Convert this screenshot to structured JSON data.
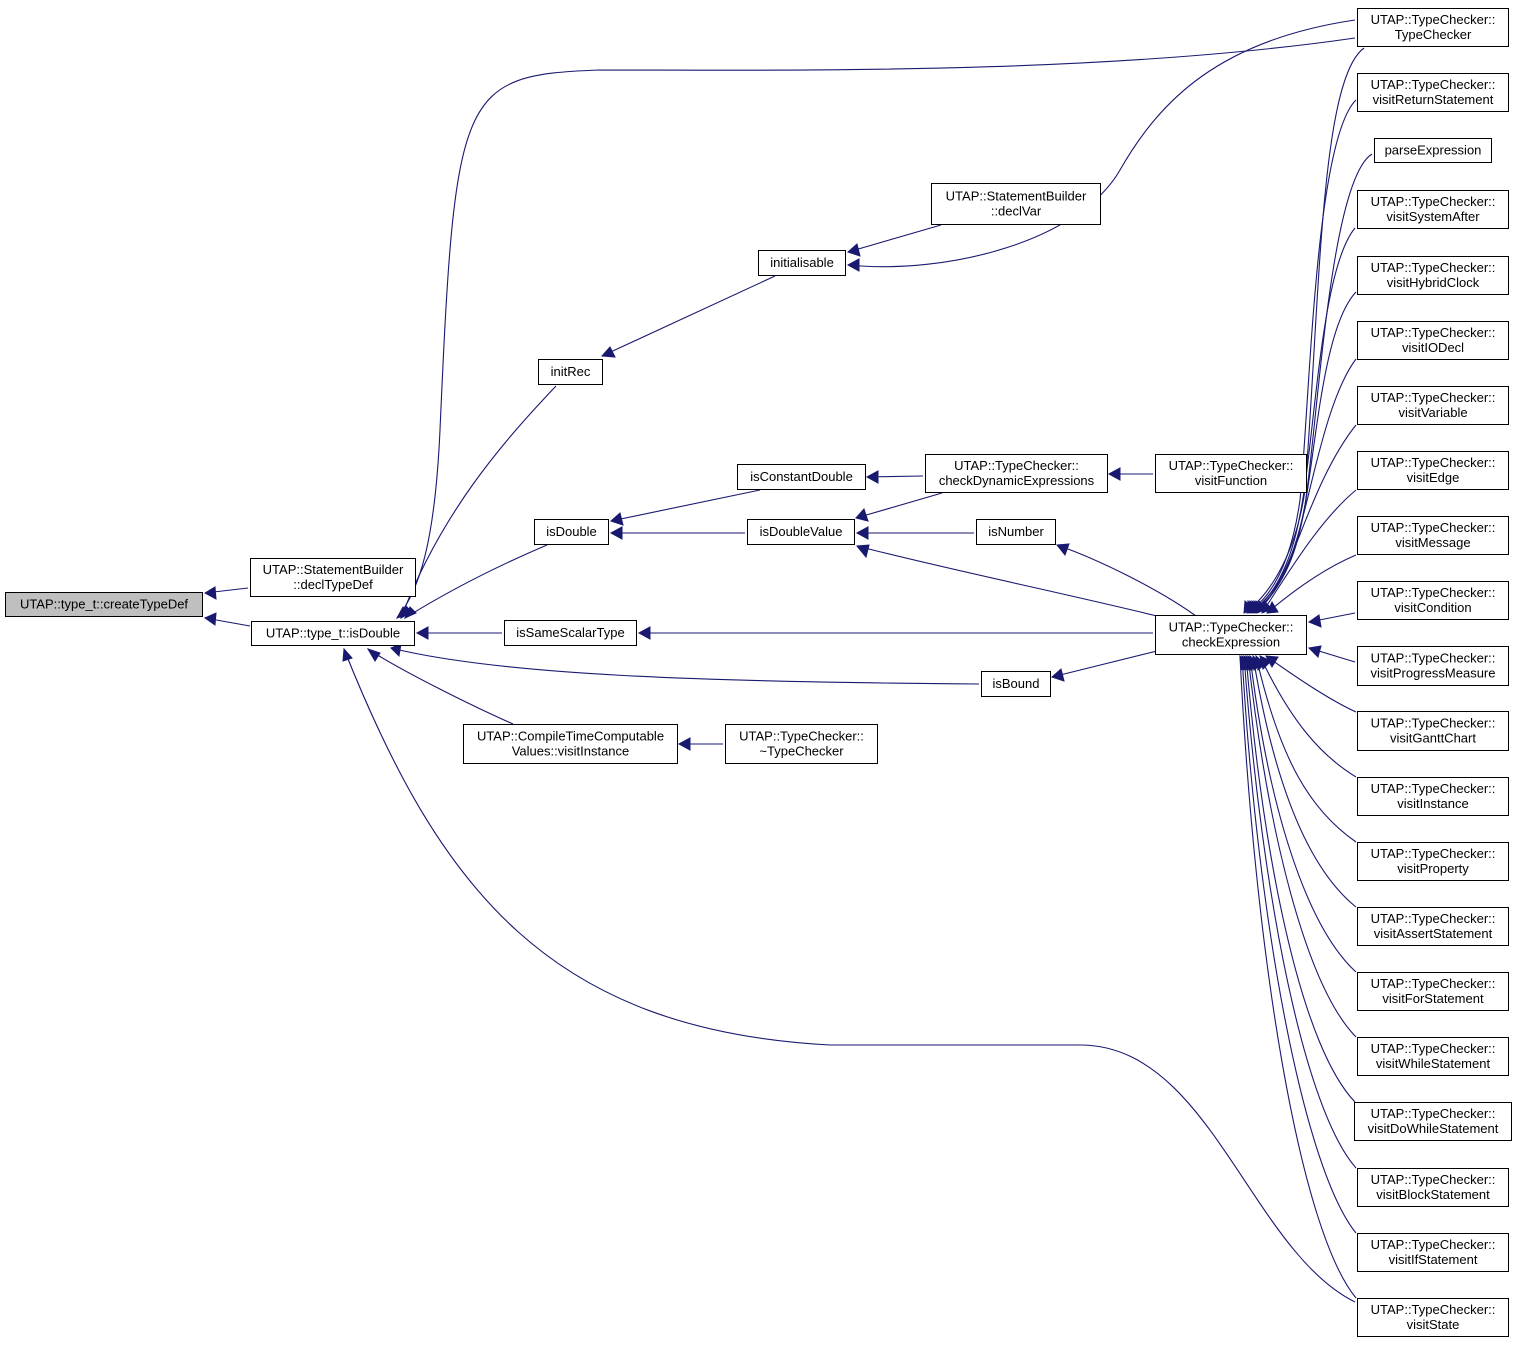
{
  "nodes": {
    "createTypeDef": [
      "UTAP::type_t::createTypeDef"
    ],
    "declTypeDef": [
      "UTAP::StatementBuilder",
      "::declTypeDef"
    ],
    "isDoubleType": [
      "UTAP::type_t::isDouble"
    ],
    "typeChecker": [
      "UTAP::TypeChecker::",
      "TypeChecker"
    ],
    "visitReturnStatement": [
      "UTAP::TypeChecker::",
      "visitReturnStatement"
    ],
    "parseExpression": [
      "parseExpression"
    ],
    "visitSystemAfter": [
      "UTAP::TypeChecker::",
      "visitSystemAfter"
    ],
    "declVar": [
      "UTAP::StatementBuilder",
      "::declVar"
    ],
    "initialisable": [
      "initialisable"
    ],
    "visitHybridClock": [
      "UTAP::TypeChecker::",
      "visitHybridClock"
    ],
    "visitIODecl": [
      "UTAP::TypeChecker::",
      "visitIODecl"
    ],
    "initRec": [
      "initRec"
    ],
    "visitVariable": [
      "UTAP::TypeChecker::",
      "visitVariable"
    ],
    "isConstantDouble": [
      "isConstantDouble"
    ],
    "checkDynamicExpressions": [
      "UTAP::TypeChecker::",
      "checkDynamicExpressions"
    ],
    "visitFunction": [
      "UTAP::TypeChecker::",
      "visitFunction"
    ],
    "visitEdge": [
      "UTAP::TypeChecker::",
      "visitEdge"
    ],
    "isDouble": [
      "isDouble"
    ],
    "isDoubleValue": [
      "isDoubleValue"
    ],
    "isNumber": [
      "isNumber"
    ],
    "visitMessage": [
      "UTAP::TypeChecker::",
      "visitMessage"
    ],
    "visitCondition": [
      "UTAP::TypeChecker::",
      "visitCondition"
    ],
    "isSameScalarType": [
      "isSameScalarType"
    ],
    "checkExpression": [
      "UTAP::TypeChecker::",
      "checkExpression"
    ],
    "visitProgressMeasure": [
      "UTAP::TypeChecker::",
      "visitProgressMeasure"
    ],
    "isBound": [
      "isBound"
    ],
    "visitGanttChart": [
      "UTAP::TypeChecker::",
      "visitGanttChart"
    ],
    "ctcVisitInstance": [
      "UTAP::CompileTimeComputable",
      "Values::visitInstance"
    ],
    "destructor": [
      "UTAP::TypeChecker::",
      "~TypeChecker"
    ],
    "visitInstance": [
      "UTAP::TypeChecker::",
      "visitInstance"
    ],
    "visitProperty": [
      "UTAP::TypeChecker::",
      "visitProperty"
    ],
    "visitAssertStatement": [
      "UTAP::TypeChecker::",
      "visitAssertStatement"
    ],
    "visitForStatement": [
      "UTAP::TypeChecker::",
      "visitForStatement"
    ],
    "visitWhileStatement": [
      "UTAP::TypeChecker::",
      "visitWhileStatement"
    ],
    "visitDoWhileStatement": [
      "UTAP::TypeChecker::",
      "visitDoWhileStatement"
    ],
    "visitBlockStatement": [
      "UTAP::TypeChecker::",
      "visitBlockStatement"
    ],
    "visitIfStatement": [
      "UTAP::TypeChecker::",
      "visitIfStatement"
    ],
    "visitState": [
      "UTAP::TypeChecker::",
      "visitState"
    ]
  },
  "edges": [
    {
      "from": "createTypeDef",
      "to": "declTypeDef"
    },
    {
      "from": "createTypeDef",
      "to": "isDoubleType"
    },
    {
      "from": "isDoubleType",
      "to": "typeChecker"
    },
    {
      "from": "isDoubleType",
      "to": "initRec"
    },
    {
      "from": "isDoubleType",
      "to": "isDouble"
    },
    {
      "from": "isDoubleType",
      "to": "isSameScalarType"
    },
    {
      "from": "isDoubleType",
      "to": "isBound"
    },
    {
      "from": "isDoubleType",
      "to": "ctcVisitInstance"
    },
    {
      "from": "isDoubleType",
      "to": "visitState"
    },
    {
      "from": "initRec",
      "to": "initialisable"
    },
    {
      "from": "initialisable",
      "to": "declVar"
    },
    {
      "from": "initialisable",
      "to": "typeChecker"
    },
    {
      "from": "isDouble",
      "to": "isConstantDouble"
    },
    {
      "from": "isDouble",
      "to": "isDoubleValue"
    },
    {
      "from": "isConstantDouble",
      "to": "checkDynamicExpressions"
    },
    {
      "from": "isDoubleValue",
      "to": "checkDynamicExpressions"
    },
    {
      "from": "isDoubleValue",
      "to": "isNumber"
    },
    {
      "from": "isDoubleValue",
      "to": "checkExpression"
    },
    {
      "from": "checkDynamicExpressions",
      "to": "visitFunction"
    },
    {
      "from": "isNumber",
      "to": "checkExpression"
    },
    {
      "from": "isSameScalarType",
      "to": "checkExpression"
    },
    {
      "from": "isBound",
      "to": "checkExpression"
    },
    {
      "from": "ctcVisitInstance",
      "to": "destructor"
    },
    {
      "from": "checkExpression",
      "to": "typeChecker"
    },
    {
      "from": "checkExpression",
      "to": "visitReturnStatement"
    },
    {
      "from": "checkExpression",
      "to": "parseExpression"
    },
    {
      "from": "checkExpression",
      "to": "visitSystemAfter"
    },
    {
      "from": "checkExpression",
      "to": "visitHybridClock"
    },
    {
      "from": "checkExpression",
      "to": "visitIODecl"
    },
    {
      "from": "checkExpression",
      "to": "visitVariable"
    },
    {
      "from": "checkExpression",
      "to": "visitEdge"
    },
    {
      "from": "checkExpression",
      "to": "visitMessage"
    },
    {
      "from": "checkExpression",
      "to": "visitCondition"
    },
    {
      "from": "checkExpression",
      "to": "visitProgressMeasure"
    },
    {
      "from": "checkExpression",
      "to": "visitGanttChart"
    },
    {
      "from": "checkExpression",
      "to": "visitInstance"
    },
    {
      "from": "checkExpression",
      "to": "visitProperty"
    },
    {
      "from": "checkExpression",
      "to": "visitAssertStatement"
    },
    {
      "from": "checkExpression",
      "to": "visitForStatement"
    },
    {
      "from": "checkExpression",
      "to": "visitWhileStatement"
    },
    {
      "from": "checkExpression",
      "to": "visitDoWhileStatement"
    },
    {
      "from": "checkExpression",
      "to": "visitBlockStatement"
    },
    {
      "from": "checkExpression",
      "to": "visitIfStatement"
    },
    {
      "from": "checkExpression",
      "to": "visitState"
    }
  ],
  "colors": {
    "edge": "#191970",
    "root_fill": "#bfbfbf",
    "node_fill": "#ffffff",
    "node_border": "#000000"
  }
}
